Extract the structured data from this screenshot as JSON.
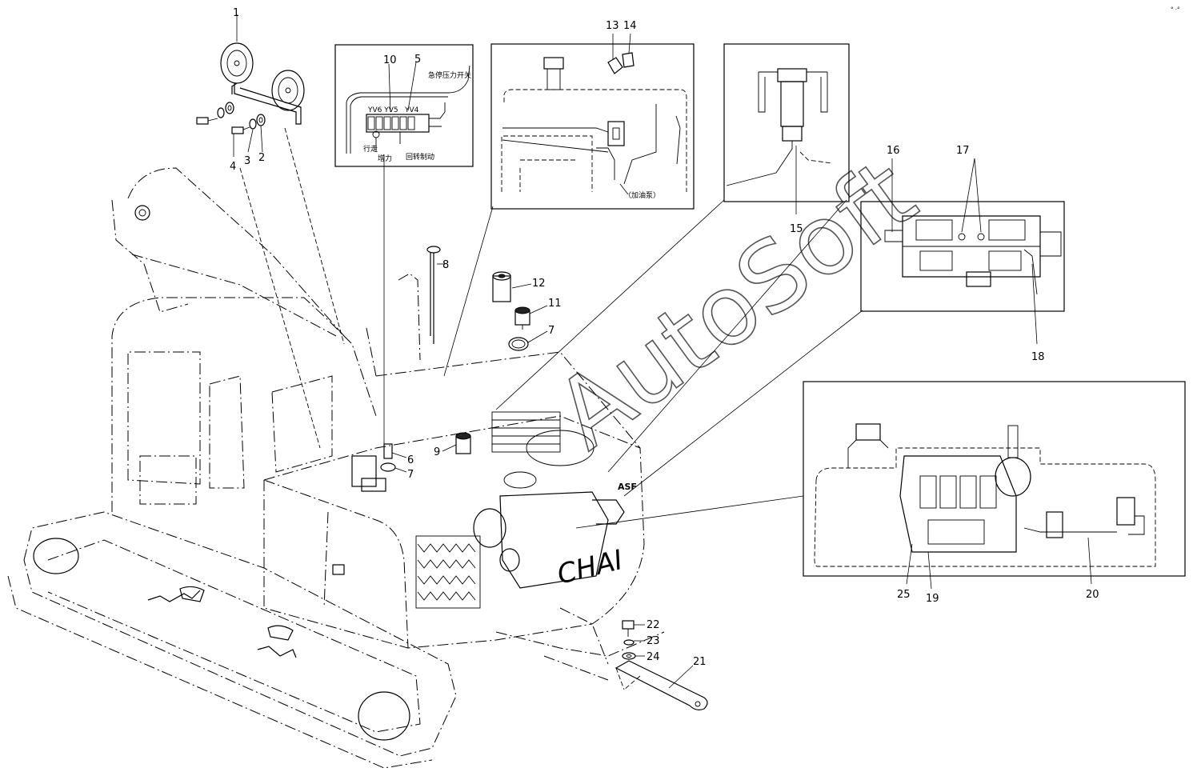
{
  "watermark": "AutoSoft",
  "corner_mark": "° ·°",
  "callouts": {
    "c1": "1",
    "c2": "2",
    "c3": "3",
    "c4": "4",
    "c5": "5",
    "c6": "6",
    "c7a": "7",
    "c7b": "7",
    "c8": "8",
    "c9": "9",
    "c10": "10",
    "c11": "11",
    "c12": "12",
    "c13": "13",
    "c14": "14",
    "c15": "15",
    "c16": "16",
    "c17": "17",
    "c18": "18",
    "c19": "19",
    "c20": "20",
    "c21": "21",
    "c22": "22",
    "c23": "23",
    "c24": "24",
    "c25": "25"
  },
  "labels": {
    "valve_title": "急停压力开关",
    "valve_tag1": "YV6 YV5",
    "valve_tag2": "YV4",
    "valve_bottom1": "行走",
    "valve_bottom2": "增力",
    "valve_bottom3": "回转制动",
    "fuel_pump": "（加油泵）",
    "brand": "CHAI",
    "cab_tag": "ASF"
  }
}
